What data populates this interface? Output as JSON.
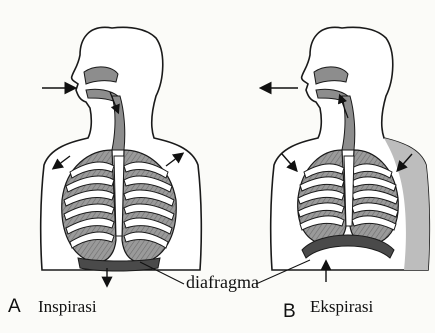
{
  "figures": [
    {
      "letter": "A",
      "caption": "Inspirasi"
    },
    {
      "letter": "B",
      "caption": "Ekspirasi"
    }
  ],
  "diaphragm_label": "diafragma",
  "colors": {
    "ink": "#1a1a1a",
    "shade": "#8d8d8d",
    "dark_shade": "#4a4a4a",
    "rib": "#ffffff",
    "paper": "#fbfbf8"
  }
}
